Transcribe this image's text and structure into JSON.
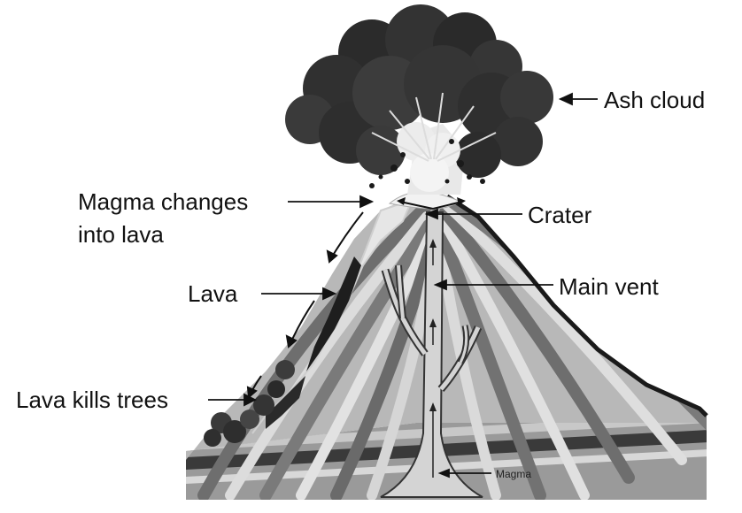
{
  "labels": {
    "ash_cloud": "Ash cloud",
    "magma_changes_line1": "Magma changes",
    "magma_changes_line2": "into lava",
    "crater": "Crater",
    "lava": "Lava",
    "main_vent": "Main vent",
    "lava_kills_trees": "Lava kills trees",
    "magma": "Magma"
  }
}
